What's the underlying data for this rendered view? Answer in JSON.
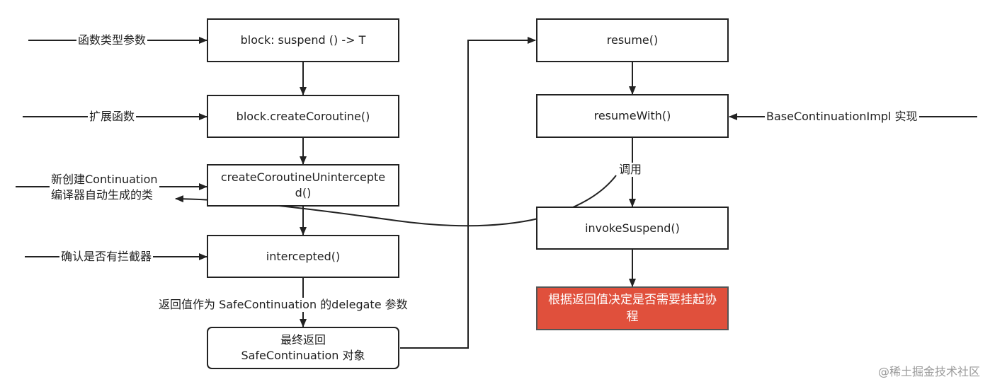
{
  "left_column": {
    "block": "block: suspend () -> T",
    "create": "block.createCoroutine()",
    "unintercepted": "createCoroutineUnintercepted()",
    "intercepted": "intercepted()",
    "final_line1": "最终返回",
    "final_line2": "SafeContinuation 对象"
  },
  "right_column": {
    "resume": "resume()",
    "resume_with": "resumeWith()",
    "invoke_suspend": "invokeSuspend()",
    "decide": "根据返回值决定是否需要挂起协程"
  },
  "labels": {
    "func_type_param": "函数类型参数",
    "extension_func": "扩展函数",
    "new_continuation_line1": "新创建Continuation",
    "new_continuation_line2": "编译器自动生成的类",
    "check_interceptor": "确认是否有拦截器",
    "return_value_delegate": "返回值作为 SafeContinuation 的delegate 参数",
    "base_impl": "BaseContinuationImpl 实现",
    "call": "调用"
  },
  "watermark": "@稀土掘金技术社区",
  "colors": {
    "line": "#222222",
    "decision_box": "#e0503c",
    "watermark": "#9a9a9a"
  }
}
